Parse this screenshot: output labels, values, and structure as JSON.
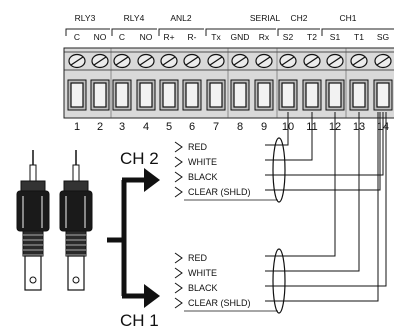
{
  "group_headers": [
    "RLY3",
    "RLY4",
    "ANL2",
    "SERIAL",
    "CH2",
    "CH1"
  ],
  "terminal_labels": [
    "C",
    "NO",
    "C",
    "NO",
    "R+",
    "R-",
    "Tx",
    "GND",
    "Rx",
    "S2",
    "T2",
    "S1",
    "T1",
    "SG"
  ],
  "terminal_numbers": [
    "1",
    "2",
    "3",
    "4",
    "5",
    "6",
    "7",
    "8",
    "9",
    "10",
    "11",
    "12",
    "13",
    "14"
  ],
  "channels": [
    {
      "label": "CH 2",
      "wires": [
        "RED",
        "WHITE",
        "BLACK",
        "CLEAR (SHLD)"
      ]
    },
    {
      "label": "CH 1",
      "wires": [
        "RED",
        "WHITE",
        "BLACK",
        "CLEAR (SHLD)"
      ]
    }
  ]
}
